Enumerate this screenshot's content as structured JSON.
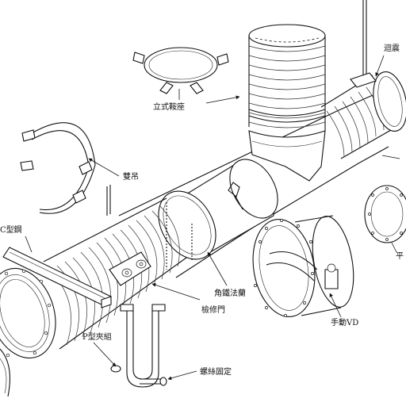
{
  "labels": {
    "saddle": "立式鞍座",
    "hanger": "雙吊",
    "c_steel": "C型鋼",
    "seismic": "迴震",
    "inspection_door": "檢修門",
    "angle_flange": "角鐵法蘭",
    "p_clamp": "P型夾組",
    "screw_fix": "螺絲固定",
    "manual_vd": "手動VD",
    "flat": "平"
  }
}
